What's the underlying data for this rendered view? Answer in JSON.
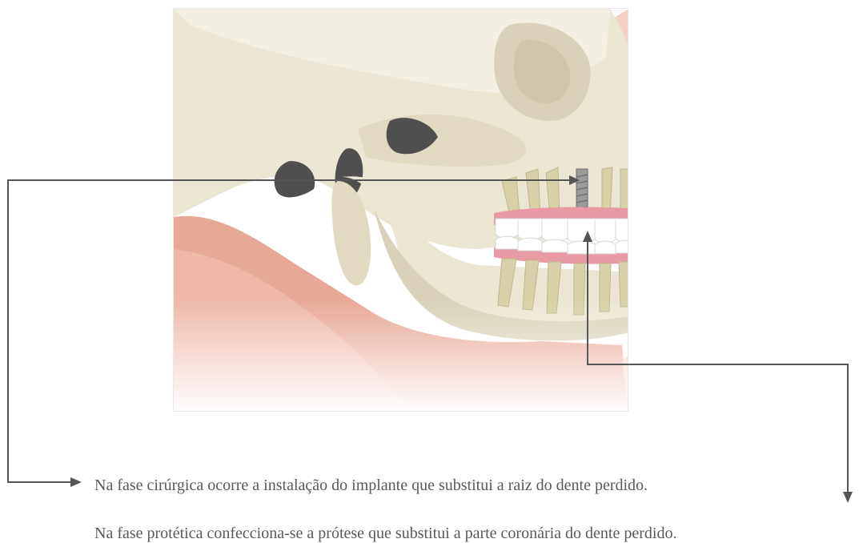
{
  "illustration": {
    "subject": "skull-with-dental-implant",
    "colors": {
      "bone": "#ebe5d3",
      "bone_shadow": "#d9d1b9",
      "skin": "#e8a898",
      "skin_light": "#f3cfc4",
      "gum": "#e79aa4",
      "tooth": "#ffffff",
      "root": "#d8d0a8",
      "implant": "#9a9a9a",
      "cavity": "#4f4f4f"
    }
  },
  "callouts": {
    "line_color": "#555555",
    "surgical_text": "Na fase cirúrgica ocorre a instalação do implante que substitui a raiz do dente perdido.",
    "prosthetic_text": "Na fase protética confecciona-se a prótese que substitui a parte coronária do dente perdido."
  }
}
